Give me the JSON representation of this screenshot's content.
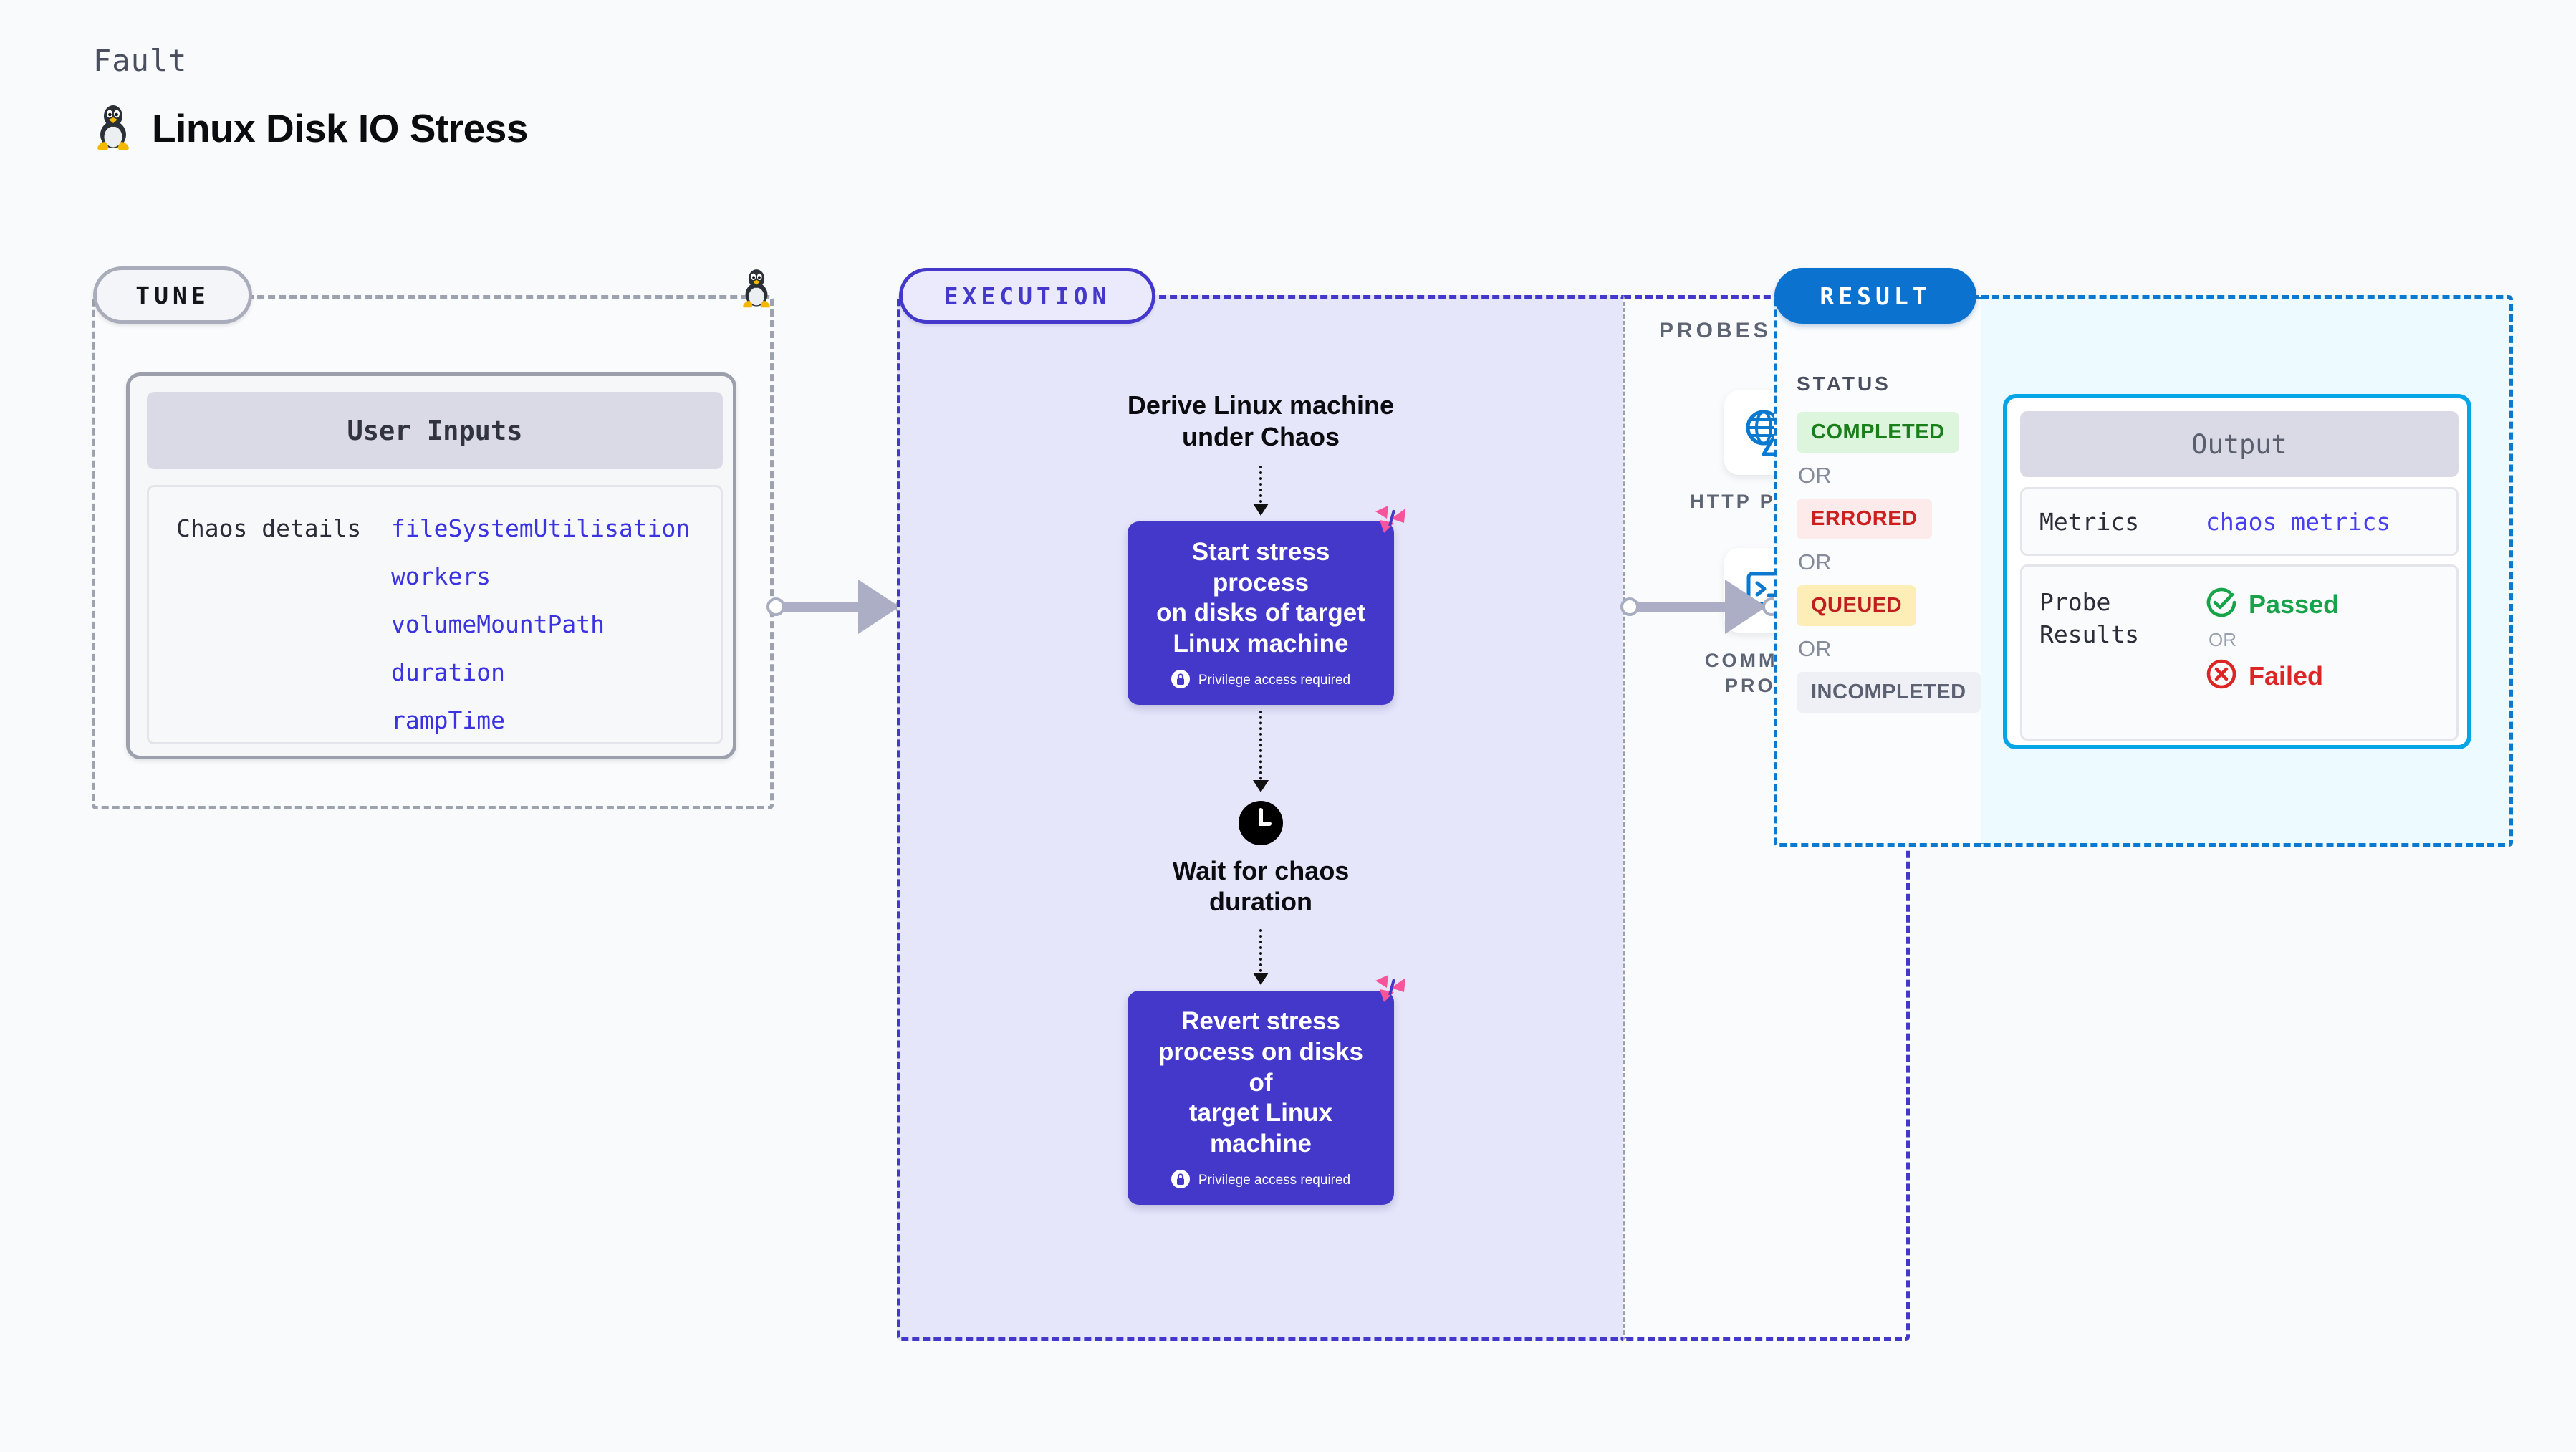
{
  "header": {
    "kicker": "Fault",
    "title": "Linux Disk IO Stress",
    "icon": "linux-tux-icon"
  },
  "tune": {
    "pill_label": "TUNE",
    "corner_icon": "linux-tux-icon",
    "card": {
      "heading": "User Inputs",
      "row_label": "Chaos details",
      "params": [
        "fileSystemUtilisation",
        "workers",
        "volumeMountPath",
        "duration",
        "rampTime"
      ]
    }
  },
  "execution": {
    "pill_label": "EXECUTION",
    "steps": [
      {
        "kind": "text",
        "label": "Derive Linux machine\nunder Chaos"
      },
      {
        "kind": "task",
        "label": "Start stress process on disks of target Linux machine",
        "privilege": "Privilege access required",
        "badge": "litmus-badge-icon",
        "lock_icon": "lock-icon"
      },
      {
        "kind": "clock",
        "icon": "clock-icon",
        "label": "Wait for chaos\nduration"
      },
      {
        "kind": "task",
        "label": "Revert stress process on disks of target Linux machine",
        "privilege": "Privilege access required",
        "badge": "litmus-badge-icon",
        "lock_icon": "lock-icon"
      }
    ]
  },
  "probes": {
    "section_label": "PROBES",
    "items": [
      {
        "label": "HTTP PROBE",
        "icon": "globe-warning-icon"
      },
      {
        "label": "COMMAND PROBE",
        "icon": "terminal-icon"
      }
    ]
  },
  "result": {
    "pill_label": "RESULT",
    "status_label": "STATUS",
    "or_label": "OR",
    "statuses": [
      {
        "label": "COMPLETED",
        "bg": "#dcf5dc",
        "fg": "#1a7f1a"
      },
      {
        "label": "ERRORED",
        "bg": "#fdeaea",
        "fg": "#cc1f1f"
      },
      {
        "label": "QUEUED",
        "bg": "#fdeeb8",
        "fg": "#c01f1f"
      },
      {
        "label": "INCOMPLETED",
        "bg": "#eff0f5",
        "fg": "#5b6072"
      }
    ],
    "output": {
      "heading": "Output",
      "metrics_key": "Metrics",
      "metrics_value": "chaos metrics",
      "probe_results_key": "Probe\nResults",
      "passed_label": "Passed",
      "failed_label": "Failed",
      "or_label": "OR",
      "passed_icon": "check-circle-icon",
      "failed_icon": "x-circle-icon"
    }
  },
  "connectors": [
    {
      "name": "tune-to-execution",
      "icon": "arrow-right-icon"
    },
    {
      "name": "execution-to-result",
      "icon": "arrow-right-icon"
    }
  ],
  "colors": {
    "accent_indigo": "#4338ca",
    "accent_blue": "#0b72cf",
    "accent_cyan": "#06a5e8",
    "param_violet": "#3b32e0",
    "pink_badge": "#f8549b"
  }
}
